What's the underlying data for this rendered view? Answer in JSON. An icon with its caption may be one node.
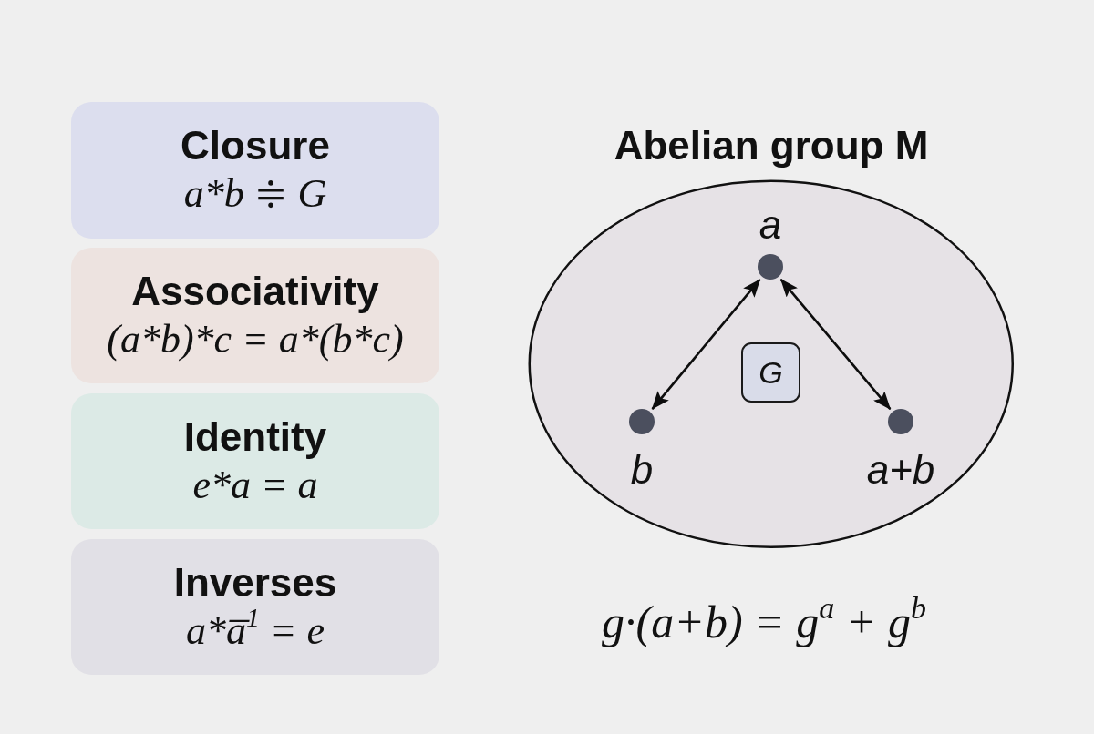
{
  "diagram": {
    "nodes": [
      {
        "text": [
          "Closure",
          "a*b ≑ G"
        ]
      },
      {
        "text": [
          "Associativity",
          "(a*b)*c = a*(b*c)"
        ]
      },
      {
        "text": [
          "Identity",
          "e*a = a"
        ]
      },
      {
        "text": [
          "Inverses",
          "a*a̅$^{1}$ = e"
        ]
      },
      {
        "text": [
          "Abelian group M"
        ]
      },
      {
        "text": [],
        "shape": "circle",
        "in": 4,
        "beside": [
          "a"
        ]
      },
      {
        "text": [
          "G"
        ],
        "in": 4
      },
      {
        "text": [],
        "shape": "circle",
        "in": 4,
        "beside": [
          "b"
        ]
      },
      {
        "text": [],
        "shape": "circle",
        "in": 4,
        "beside": [
          "a+b"
        ]
      }
    ],
    "edges": [
      {
        "from": 5,
        "to": 7,
        "arrow": "both"
      },
      {
        "from": 5,
        "to": 8,
        "arrow": "both"
      }
    ],
    "labels": [
      "g·(a+b) = g$^{a}$ + g$^{b}$"
    ]
  }
}
